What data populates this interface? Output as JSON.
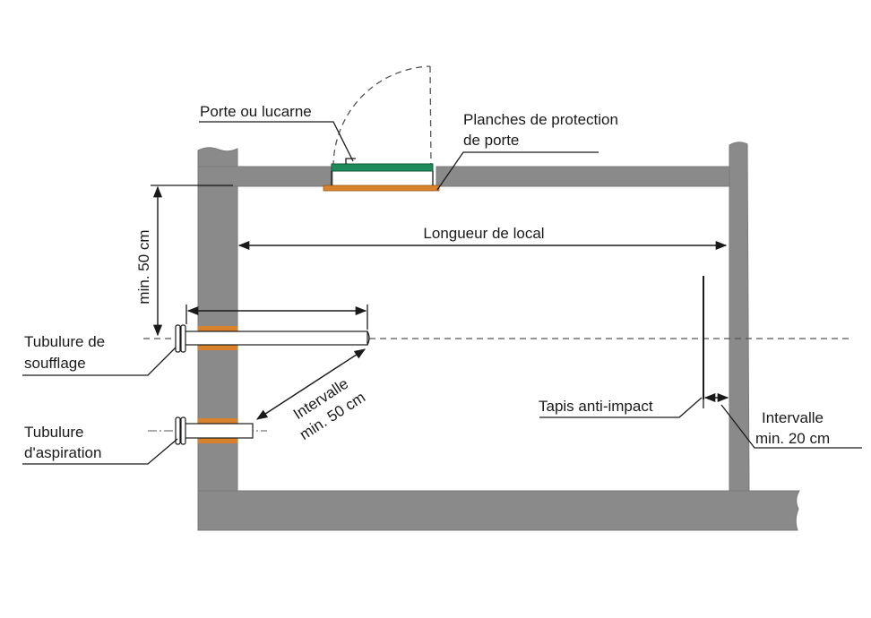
{
  "labels": {
    "door": "Porte ou lucarne",
    "door_protection_line1": "Planches de protection",
    "door_protection_line2": "de porte",
    "room_length": "Longueur de local",
    "min_height": "min. 50 cm",
    "blow_pipe_line1": "Tubulure de",
    "blow_pipe_line2": "soufflage",
    "suction_pipe_line1": "Tubulure",
    "suction_pipe_line2": "d'aspiration",
    "gap_pipes_line1": "Intervalle",
    "gap_pipes_line2": "min. 50 cm",
    "impact_mat": "Tapis anti-impact",
    "gap_mat_line1": "Intervalle",
    "gap_mat_line2": "min. 20 cm"
  },
  "colors": {
    "wall": "#8a8a8a",
    "door": "#1f8a5c",
    "protection_board": "#d9822b",
    "pipe_seal": "#d9822b",
    "pipe": "#ffffff",
    "line": "#1a1a1a"
  }
}
